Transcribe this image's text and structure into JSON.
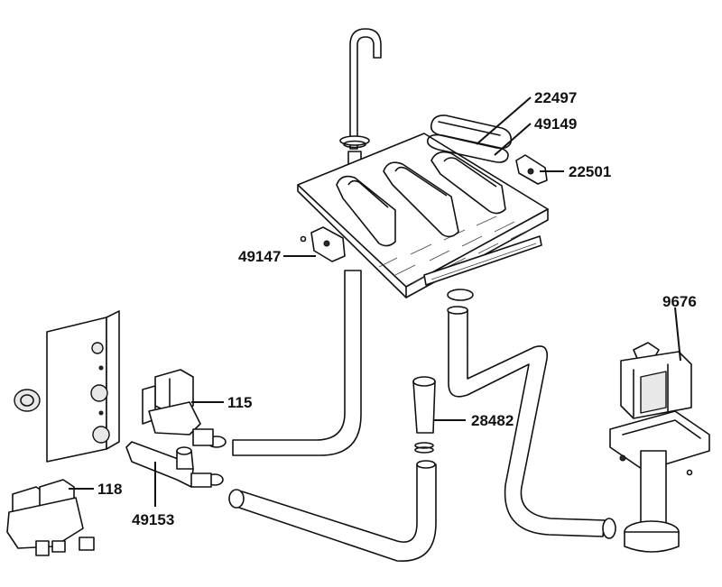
{
  "diagram": {
    "type": "exploded parts diagram",
    "labels": [
      {
        "id": "22497",
        "text": "22497"
      },
      {
        "id": "49149",
        "text": "49149"
      },
      {
        "id": "22501",
        "text": "22501"
      },
      {
        "id": "49147",
        "text": "49147"
      },
      {
        "id": "9676",
        "text": "9676"
      },
      {
        "id": "115",
        "text": "115"
      },
      {
        "id": "28482",
        "text": "28482"
      },
      {
        "id": "118",
        "text": "118"
      },
      {
        "id": "49153",
        "text": "49153"
      }
    ]
  }
}
